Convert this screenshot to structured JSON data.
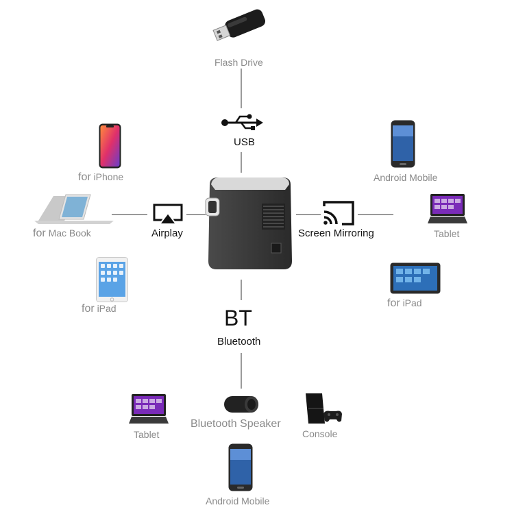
{
  "top": {
    "flash_drive": "Flash Drive",
    "usb": "USB"
  },
  "left": {
    "iphone_for": "for",
    "iphone": "iPhone",
    "macbook_for": "for",
    "macbook": "Mac Book",
    "airplay": "Airplay",
    "ipad_for": "for",
    "ipad": "iPad"
  },
  "right": {
    "android_mobile": "Android Mobile",
    "tablet": "Tablet",
    "screen_mirroring": "Screen Mirroring",
    "ipad_for": "for",
    "ipad": "iPad"
  },
  "bottom": {
    "bt": "BT",
    "bluetooth": "Bluetooth",
    "tablet": "Tablet",
    "speaker": "Bluetooth Speaker",
    "console": "Console",
    "android_mobile": "Android Mobile"
  },
  "icons": {
    "flash_drive": "flash-drive-icon",
    "usb": "usb-icon",
    "airplay": "airplay-icon",
    "cast": "cast-icon",
    "projector": "projector-icon"
  },
  "colors": {
    "label_gray": "#8a8a8a",
    "line_gray": "#9a9a9a",
    "dark": "#111111"
  }
}
